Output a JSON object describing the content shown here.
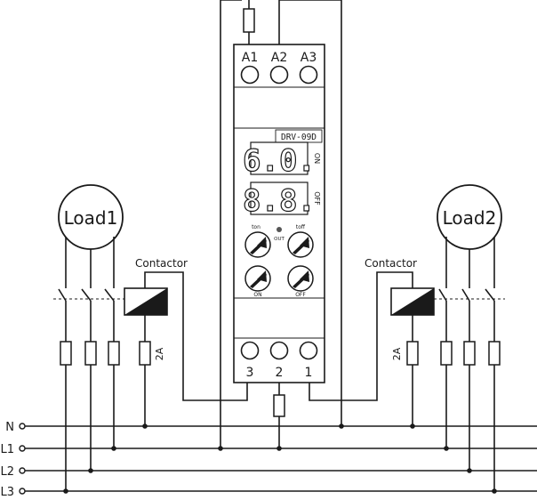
{
  "device": {
    "model": "DRV-09D",
    "top_terminals": [
      "A1",
      "A2",
      "A3"
    ],
    "bottom_terminals": [
      "3",
      "2",
      "1"
    ],
    "display_on_value": "6.0.",
    "display_off_value": "8.8.",
    "display_on_label": "ON",
    "display_off_label": "OFF",
    "knob_ton_label": "ton",
    "knob_toff_label": "toff",
    "led_label": "OUT",
    "knob_on_label": "ON",
    "knob_off_label": "OFF"
  },
  "loads": {
    "left": "Load1",
    "right": "Load2"
  },
  "contactors": {
    "left": "Contactor",
    "right": "Contactor"
  },
  "fuse_rating": {
    "left": "2A",
    "right": "2A"
  },
  "lines": [
    "N",
    "L1",
    "L2",
    "L3"
  ]
}
